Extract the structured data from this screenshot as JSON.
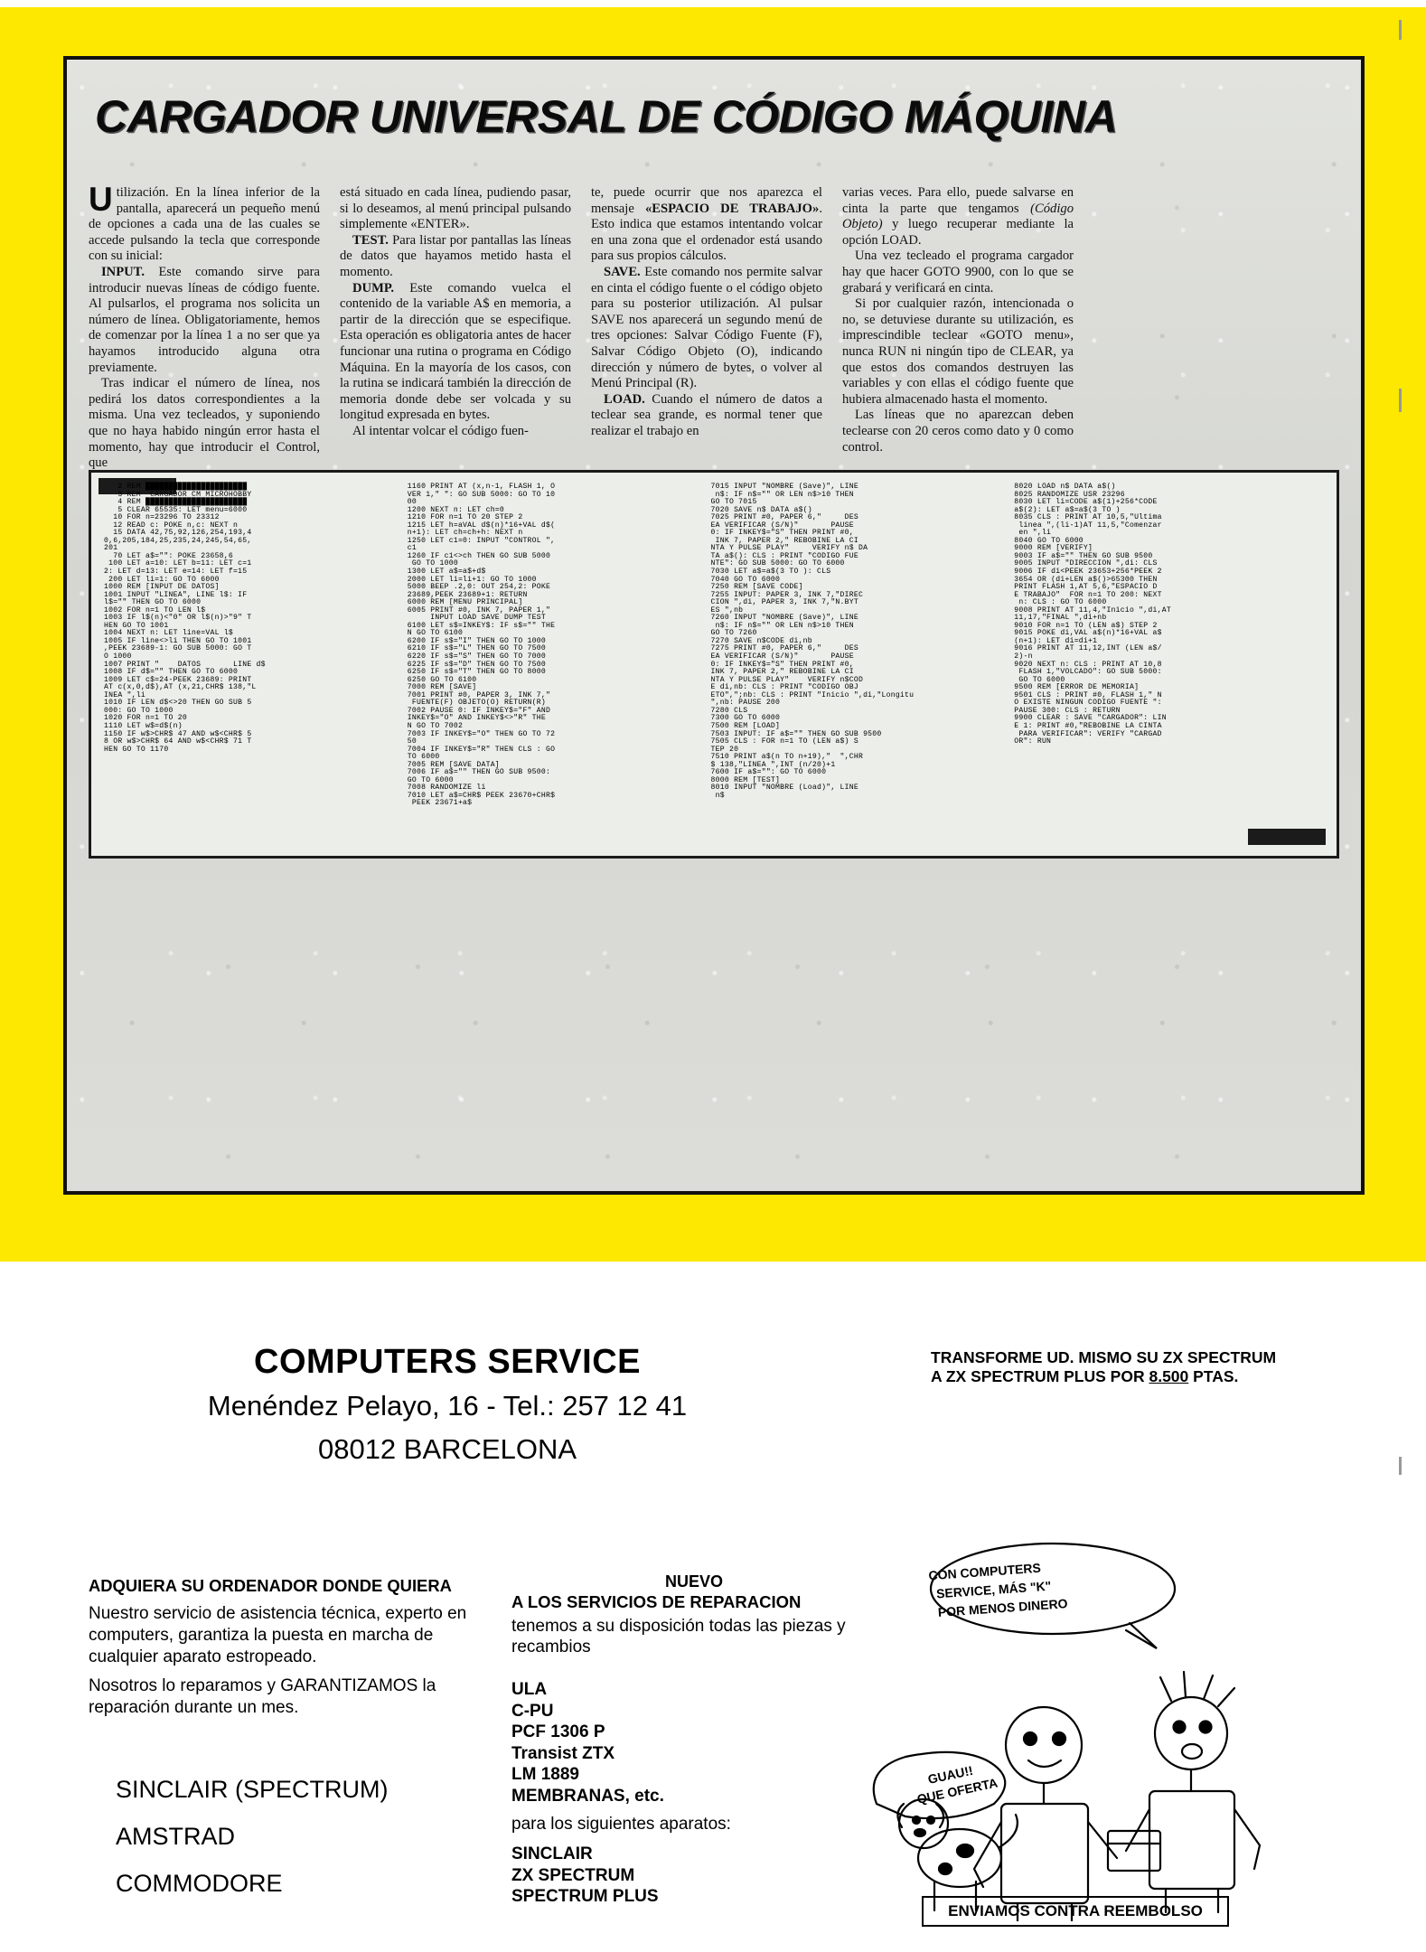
{
  "article": {
    "title": "CARGADOR UNIVERSAL DE CÓDIGO MÁQUINA",
    "dropcap": "U",
    "col1": {
      "p1": "tilización. En la línea inferior de la pantalla, aparecerá un pequeño menú de opciones a cada una de las cuales se accede pulsando la tecla que corresponde con su inicial:",
      "p2_bold": "INPUT.",
      "p2": " Este comando sirve para introducir nuevas líneas de código fuente. Al pulsarlos, el programa nos solicita un número de línea. Obligatoriamente, hemos de comenzar por la línea 1 a no ser que ya hayamos introducido alguna otra previamente.",
      "p3": "Tras indicar el número de línea, nos pedirá los datos correspondientes a la misma. Una vez tecleados, y suponiendo que no haya habido ningún error hasta el momento, hay que introducir el Control, que"
    },
    "col2": {
      "p1": "está situado en cada línea, pudiendo pasar, si lo deseamos, al menú principal pulsando simplemente «ENTER».",
      "p2_bold": "TEST.",
      "p2": " Para listar por pantallas las líneas de datos que hayamos metido hasta el momento.",
      "p3_bold": "DUMP.",
      "p3": " Este comando vuelca el contenido de la variable A$ en memoria, a partir de la dirección que se especifique. Esta operación es obligatoria antes de hacer funcionar una rutina o programa en Código Máquina. En la mayoría de los casos, con la rutina se indicará también la dirección de memoria donde debe ser volcada y su longitud expresada en bytes.",
      "p4": "Al intentar volcar el código fuen-"
    },
    "col3": {
      "p1": "te, puede ocurrir que nos aparezca el mensaje ",
      "p1_bold": "«ESPACIO DE TRABAJO»",
      "p1_cont": ". Esto indica que estamos intentando volcar en una zona que el ordenador está usando para sus propios cálculos.",
      "p2_bold": "SAVE.",
      "p2": " Este comando nos permite salvar en cinta el código fuente o el código objeto para su posterior utilización. Al pulsar SAVE nos aparecerá un segundo menú de tres opciones: Salvar Código Fuente (F), Salvar Código Objeto (O), indicando dirección y número de bytes, o volver al Menú Principal (R).",
      "p3_bold": "LOAD.",
      "p3": " Cuando el número de datos a teclear sea grande, es normal tener que realizar el trabajo en"
    },
    "col4": {
      "p1": "varias veces. Para ello, puede salvarse en cinta la parte que tengamos ",
      "p1_ital": "(Código Objeto)",
      "p1_cont": " y luego recuperar mediante la opción LOAD.",
      "p2": "Una vez tecleado el programa cargador hay que hacer GOTO 9900, con lo que se grabará y verificará en cinta.",
      "p3": "Si por cualquier razón, intencionada o no, se detuviese durante su utilización, es imprescindible teclear «GOTO menu», nunca RUN ni ningún tipo de CLEAR, ya que estos dos comandos destruyen las variables y con ellas el código fuente que hubiera almacenado hasta el momento.",
      "p4": "Las líneas que no aparezcan deben teclearse con 20 ceros como dato y 0 como control."
    }
  },
  "code_listing": {
    "col1": "   2 REM ██████████████████████\n   3 REM  CARGADOR CM MICROHOBBY\n   4 REM ██████████████████████\n   5 CLEAR 65535: LET menu=6000\n  10 FOR n=23296 TO 23312\n  12 READ c: POKE n,c: NEXT n\n  15 DATA 42,75,92,126,254,193,4\n0,6,205,184,25,235,24,245,54,65,\n201\n  70 LET a$=\"\": POKE 23658,6\n 100 LET a=10: LET b=11: LET c=1\n2: LET d=13: LET e=14: LET f=15\n 200 LET li=1: GO TO 6000\n1000 REM [INPUT DE DATOS]\n1001 INPUT \"LINEA\", LINE l$: IF\nl$=\"\" THEN GO TO 6000\n1002 FOR n=1 TO LEN l$\n1003 IF l$(n)<\"0\" OR l$(n)>\"9\" T\nHEN GO TO 1001\n1004 NEXT n: LET line=VAL l$\n1005 IF line<>li THEN GO TO 1001\n,PEEK 23689-1: GO SUB 5000: GO T\nO 1000\n1007 PRINT \"    DATOS       LINE d$\n1008 IF d$=\"\" THEN GO TO 6000\n1009 LET c$=24-PEEK 23689: PRINT\nAT c(x,0,d$),AT (x,21,CHR$ 138,\"L\nINEA \",li\n1010 IF LEN d$<>20 THEN GO SUB 5\n000: GO TO 1000\n1020 FOR n=1 TO 20\n1110 LET w$=d$(n)\n1150 IF w$>CHR$ 47 AND w$<CHR$ 5\n8 OR w$>CHR$ 64 AND w$<CHR$ 71 T\nHEN GO TO 1170",
    "col2": "1160 PRINT AT (x,n-1, FLASH 1, O\nVER 1,\" \": GO SUB 5000: GO TO 10\n00\n1200 NEXT n: LET ch=0\n1210 FOR n=1 TO 20 STEP 2\n1215 LET h=aVAL d$(n)*16+VAL d$(\nn+1): LET ch=ch+h: NEXT n\n1250 LET c1=0: INPUT \"CONTROL \",\nc1\n1260 IF c1<>ch THEN GO SUB 5000\n GO TO 1000\n1300 LET a$=a$+d$\n2000 LET li=li+1: GO TO 1000\n5000 BEEP .2,0: OUT 254,2: POKE\n23689,PEEK 23689+1: RETURN\n6000 REM [MENU PRINCIPAL]\n6005 PRINT #0, INK 7, PAPER 1,\"\n     INPUT LOAD SAVE DUMP TEST\n6100 LET s$=INKEY$: IF s$=\"\" THE\nN GO TO 6100\n6200 IF s$=\"I\" THEN GO TO 1000\n6210 IF s$=\"L\" THEN GO TO 7500\n6220 IF s$=\"S\" THEN GO TO 7000\n6225 IF s$=\"D\" THEN GO TO 7500\n6250 IF s$=\"T\" THEN GO TO 8000\n6250 GO TO 6100\n7000 REM [SAVE]\n7001 PRINT #0, PAPER 3, INK 7,\"\n FUENTE(F) OBJETO(O) RETURN(R)\n7002 PAUSE 0: IF INKEY$=\"F\" AND\nINKEY$=\"O\" AND INKEY$<>\"R\" THE\nN GO TO 7002\n7003 IF INKEY$=\"O\" THEN GO TO 72\n50\n7004 IF INKEY$=\"R\" THEN CLS : GO\nTO 6000\n7005 REM [SAVE DATA]\n7006 IF a$=\"\" THEN GO SUB 9500:\nGO TO 6000\n7008 RANDOMIZE li\n7010 LET a$=CHR$ PEEK 23670+CHR$\n PEEK 23671+a$",
    "col3": "7015 INPUT \"NOMBRE (Save)\", LINE\n n$: IF n$=\"\" OR LEN n$>10 THEN\nGO TO 7015\n7020 SAVE n$ DATA a$()\n7025 PRINT #0, PAPER 6,\"     DES\nEA VERIFICAR (S/N)\"       PAUSE\n0: IF INKEY$=\"S\" THEN PRINT #0,\n INK 7, PAPER 2,\" REBOBINE LA CI\nNTA Y PULSE PLAY\"     VERIFY n$ DA\nTA a$(): CLS : PRINT \"CODIGO FUE\nNTE\": GO SUB 5000: GO TO 6000\n7030 LET a$=a$(3 TO ): CLS\n7040 GO TO 6000\n7250 REM [SAVE CODE]\n7255 INPUT: PAPER 3, INK 7,\"DIREC\nCION \",di, PAPER 3, INK 7,\"N.BYT\nES \",nb\n7260 INPUT \"NOMBRE (Save)\", LINE\n n$: IF n$=\"\" OR LEN n$>10 THEN\nGO TO 7260\n7270 SAVE n$CODE di,nb\n7275 PRINT #0, PAPER 6,\"     DES\nEA VERIFICAR (S/N)\"       PAUSE\n0: IF INKEY$=\"S\" THEN PRINT #0,\nINK 7, PAPER 2,\" REBOBINE LA CI\nNTA Y PULSE PLAY\"    VERIFY n$COD\nE di,nb: CLS : PRINT \"CODIGO OBJ\nETO\",\";nb: CLS : PRINT \"Inicio \",di,\"Longitu\n\",nb: PAUSE 200\n7280 CLS\n7300 GO TO 6000\n7500 REM [LOAD]\n7503 INPUT: IF a$=\"\" THEN GO SUB 9500\n7505 CLS : FOR n=1 TO (LEN a$) S\nTEP 20\n7510 PRINT a$(n TO n+19),\"  \",CHR\n$ 138,\"LINEA \",INT (n/20)+1\n7600 IF a$=\"\": GO TO 6000\n8000 REM [TEST]\n8010 INPUT \"NOMBRE (Load)\", LINE\n n$",
    "col4": "8020 LOAD n$ DATA a$()\n8025 RANDOMIZE USR 23296\n8030 LET li=CODE a$(1)+256*CODE\na$(2): LET a$=a$(3 TO )\n8035 CLS : PRINT AT 10,5,\"Ultima\n linea \",(li-1)AT 11,5,\"Comenzar\n en \",li\n8040 GO TO 6000\n9000 REM [VERIFY]\n9003 IF a$=\"\" THEN GO SUB 9500\n9005 INPUT \"DIRECCION \",di: CLS\n9006 IF di<PEEK 23653+256*PEEK 2\n3654 OR (di+LEN a$()>65300 THEN\nPRINT FLASH 1,AT 5,6,\"ESPACIO D\nE TRABAJO\"  FOR n=1 TO 200: NEXT\n n: CLS : GO TO 6000\n9008 PRINT AT 11,4,\"Inicio \",di,AT\n11,17,\"FINAL \",di+nb\n9010 FOR n=1 TO (LEN a$) STEP 2\n9015 POKE di,VAL a$(n)*16+VAL a$\n(n+1): LET di=di+1\n9016 PRINT AT 11,12,INT (LEN a$/\n2)-n\n9020 NEXT n: CLS : PRINT AT 10,8\n FLASH 1,\"VOLCADO\": GO SUB 5000:\n GO TO 6000\n9500 REM [ERROR DE MEMORIA]\n9501 CLS : PRINT #0, FLASH 1,\" N\nO EXISTE NINGUN CODIGO FUENTE \":\nPAUSE 300: CLS : RETURN\n9900 CLEAR : SAVE \"CARGADOR\": LIN\nE 1: PRINT #0,\"REBOBINE LA CINTA\n PARA VERIFICAR\": VERIFY \"CARGAD\nOR\": RUN"
  },
  "ad": {
    "company": "COMPUTERS SERVICE",
    "address": "Menéndez Pelayo, 16 - Tel.: 257 12 41",
    "city": "08012 BARCELONA",
    "promo_line1": "TRANSFORME UD. MISMO SU ZX SPECTRUM",
    "promo_line2_a": "A ZX SPECTRUM PLUS POR ",
    "promo_line2_price": "8.500",
    "promo_line2_b": " PTAS.",
    "left_heading": "ADQUIERA SU ORDENADOR DONDE QUIERA",
    "left_p1": "Nuestro servicio de asistencia técnica, experto en computers, garantiza la puesta en marcha de cualquier aparato estropeado.",
    "left_p2": "Nosotros lo reparamos y GARANTIZAMOS la reparación durante un mes.",
    "brands": [
      "SINCLAIR (SPECTRUM)",
      "AMSTRAD",
      "COMMODORE"
    ],
    "mid_nuevo": "NUEVO",
    "mid_heading": "A LOS SERVICIOS DE REPARACION",
    "mid_p1": "tenemos a su disposición todas las piezas y recambios",
    "mid_parts": [
      "ULA",
      "C-PU",
      "PCF 1306 P",
      "Transist ZTX",
      "LM 1889",
      "MEMBRANAS, etc."
    ],
    "mid_para": "para los siguientes aparatos:",
    "mid_apparatus": [
      "SINCLAIR",
      "ZX SPECTRUM",
      "SPECTRUM PLUS"
    ],
    "cartoon_bubble1_l1": "CON COMPUTERS",
    "cartoon_bubble1_l2": "SERVICE, MÁS \"K\"",
    "cartoon_bubble1_l3": "POR MENOS DINERO",
    "cartoon_bubble2_l1": "GUAU!!",
    "cartoon_bubble2_l2": "QUE OFERTA",
    "reembolso": "ENVIAMOS CONTRA REEMBOLSO"
  },
  "colors": {
    "banner_yellow": "#FCE800",
    "panel_gray": "#d9dad6",
    "ink": "#111111"
  }
}
